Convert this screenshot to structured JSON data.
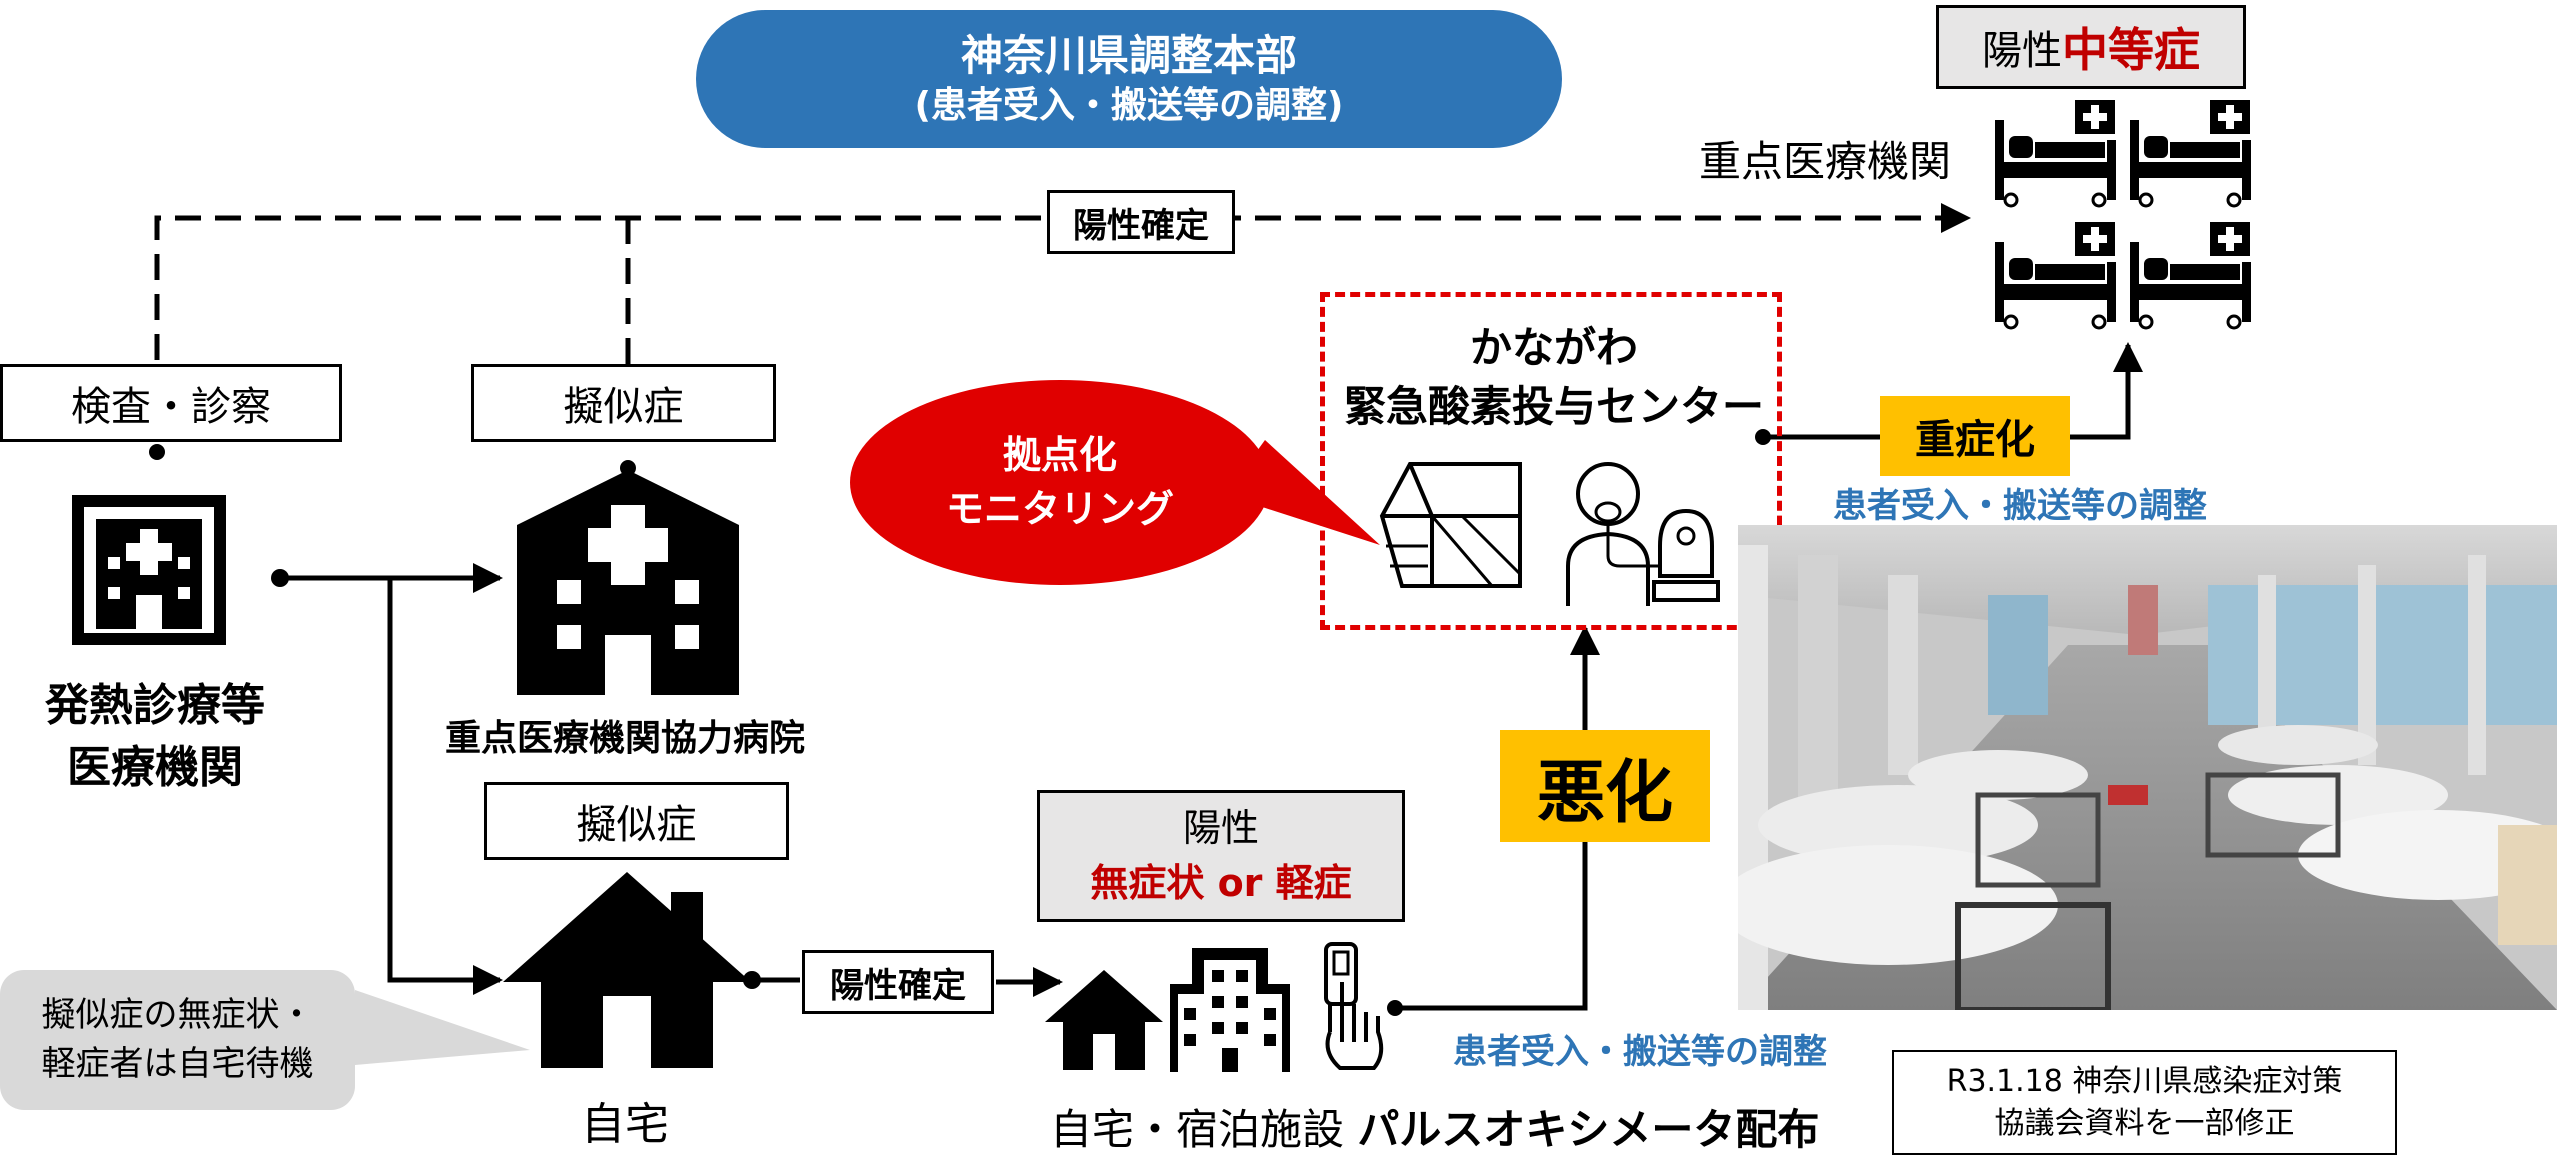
{
  "hq": {
    "title": "神奈川県調整本部",
    "subtitle": "(患者受入・搬送等の調整)"
  },
  "confirmed_top": "陽性確定",
  "confirmed_bottom": "陽性確定",
  "exam": "検査・診察",
  "fever_clinic": {
    "line1": "発熱診療等",
    "line2": "医療機関"
  },
  "suspect_hospital_label": "擬似症",
  "cooperating_hospital": "重点医療機関協力病院",
  "suspect_home_label": "擬似症",
  "home": "自宅",
  "note_bubble": {
    "line1": "擬似症の無症状・",
    "line2": "軽症者は自宅待機"
  },
  "mild_box": {
    "line1": "陽性",
    "line2": "無症状 or 軽症"
  },
  "facility": {
    "prefix": "自宅・宿泊施設 ",
    "suffix": "パルスオキシメータ配布"
  },
  "coord_bottom": "患者受入・搬送等の調整",
  "worsen": "悪化",
  "monitoring": {
    "line1": "拠点化",
    "line2": "モニタリング"
  },
  "oxygen_center": {
    "line1": "かながわ",
    "line2": "緊急酸素投与センター"
  },
  "severe": "重症化",
  "coord_right": "患者受入・搬送等の調整",
  "moderate_box": {
    "prefix": "陽性 ",
    "highlight": "中等症"
  },
  "priority_hospital": "重点医療機関",
  "source_note": {
    "line1": "R3.1.18 神奈川県感染症対策",
    "line2": "協議会資料を一部修正"
  },
  "colors": {
    "hq_blue": "#2e75b6",
    "alert_red": "#e00000",
    "highlight_yellow": "#ffc000",
    "dark_red": "#c00000"
  }
}
